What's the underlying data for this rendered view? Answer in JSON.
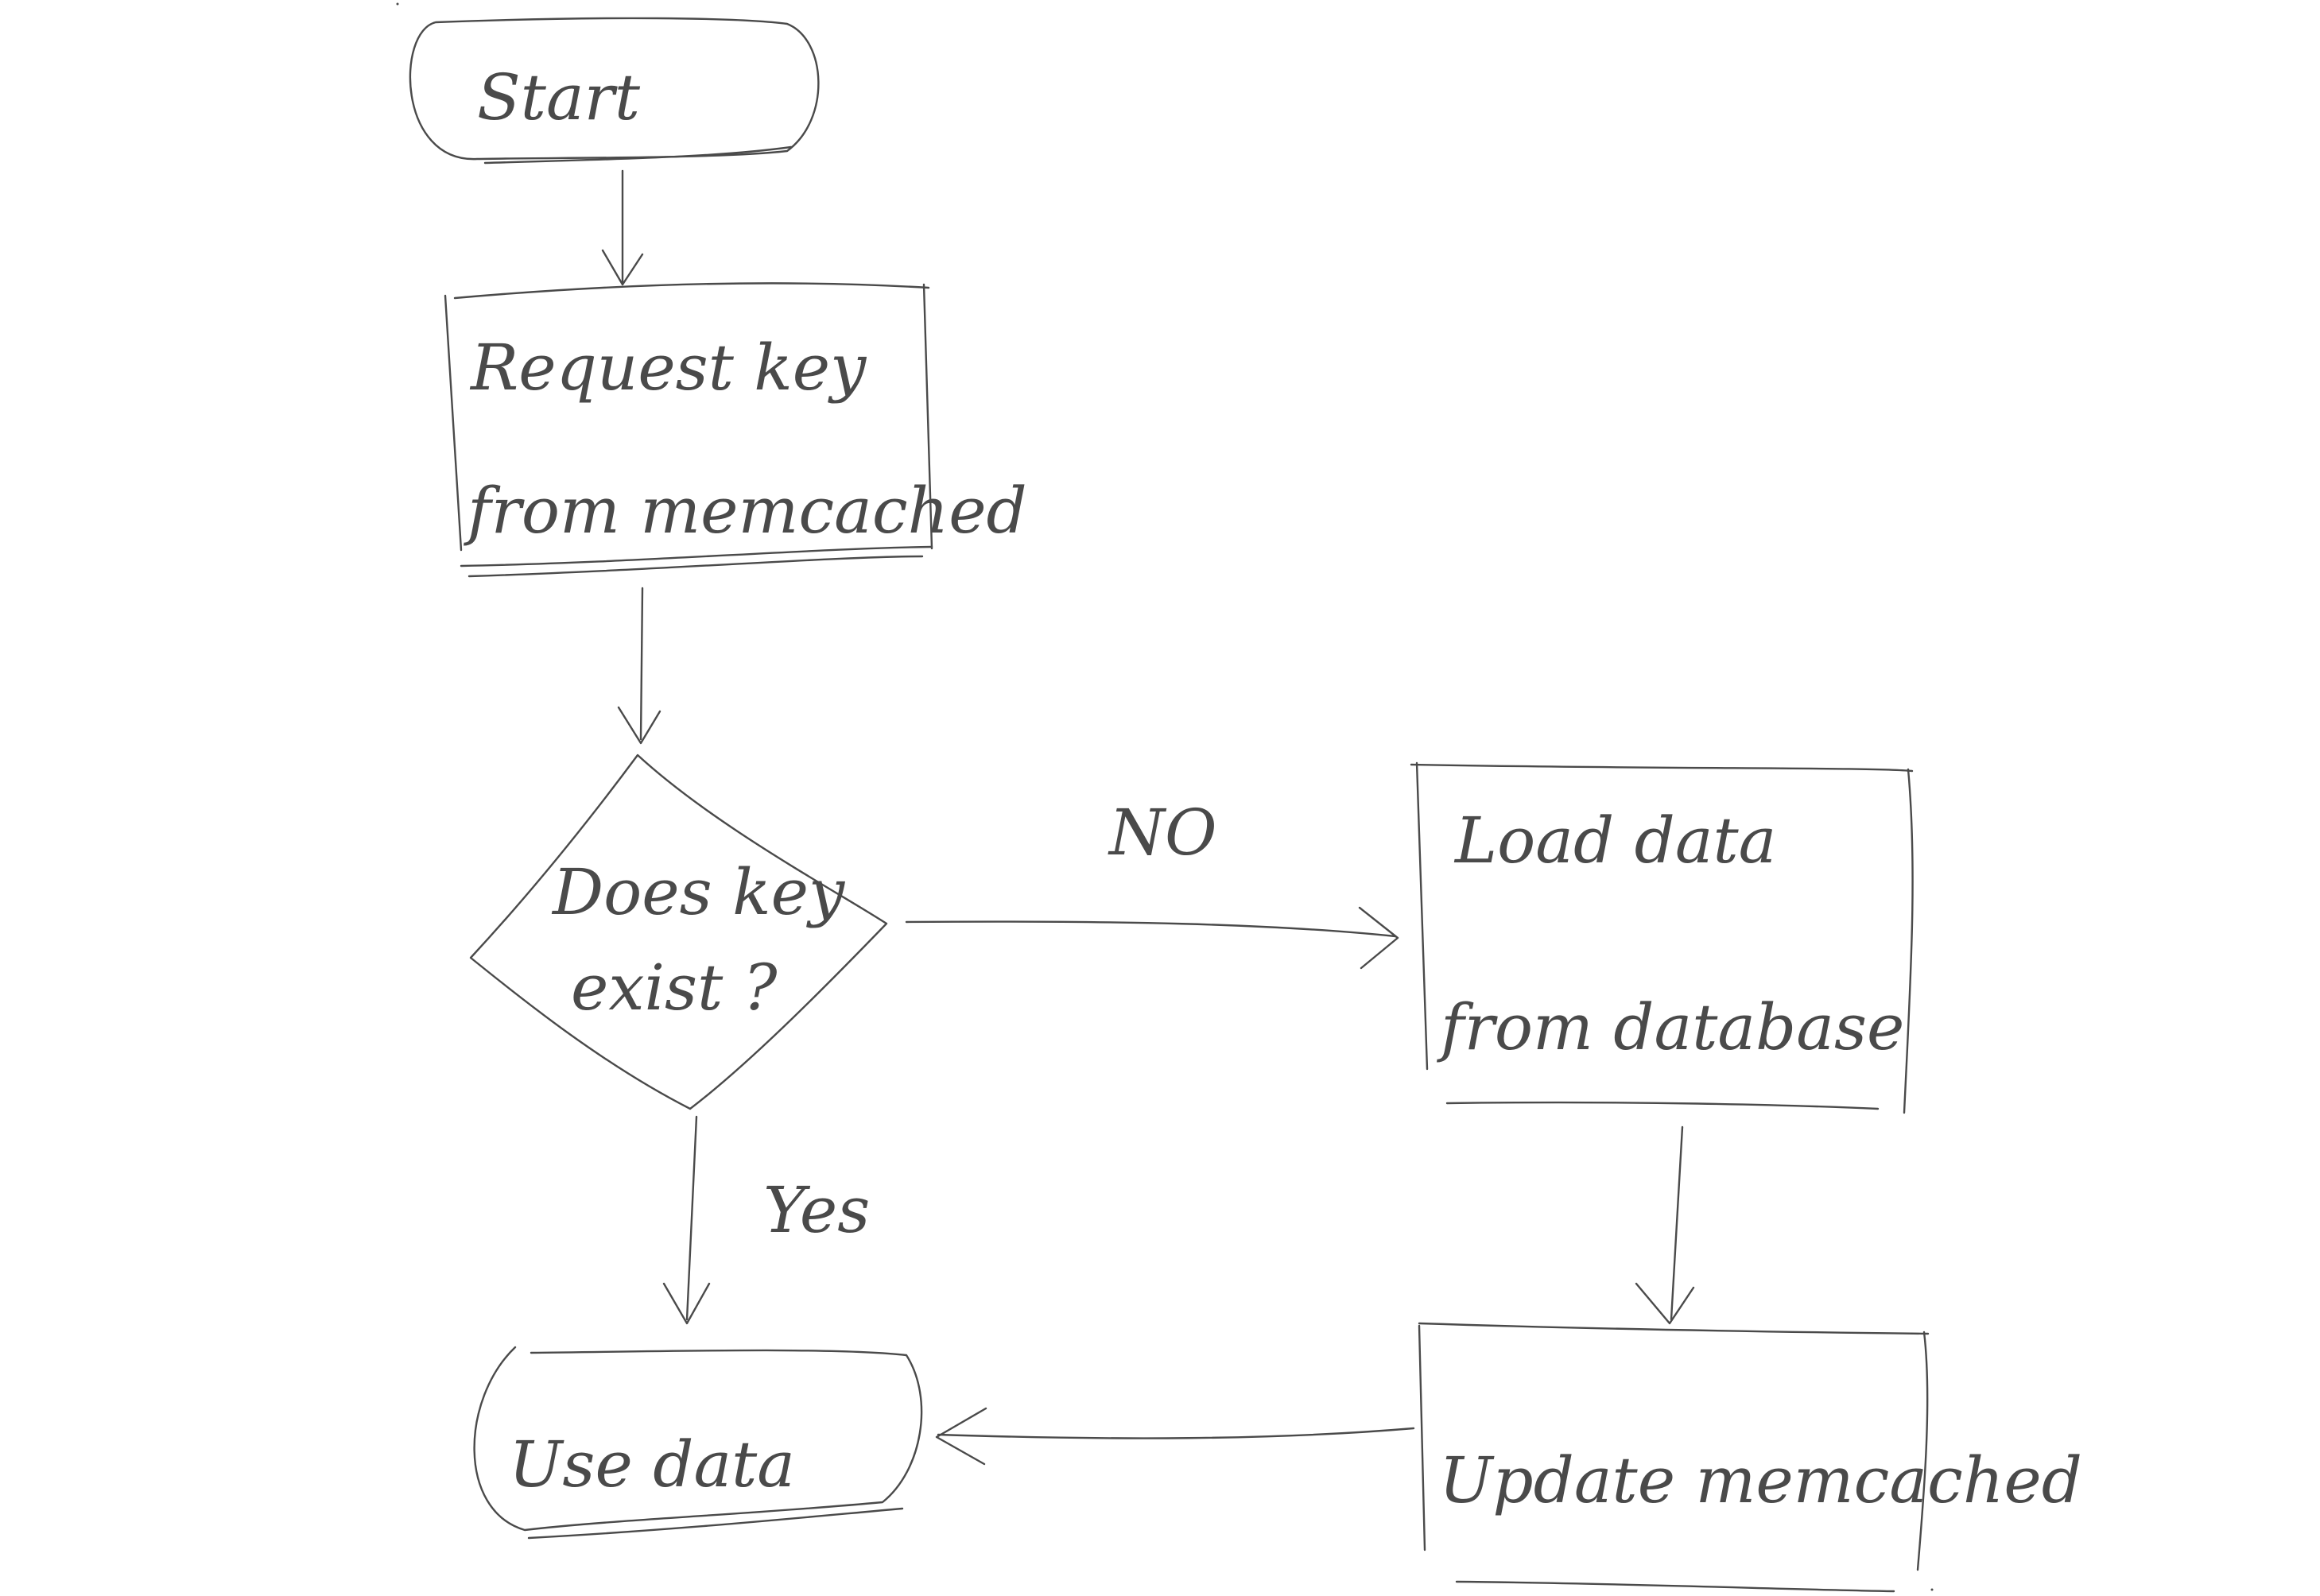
{
  "nodes": {
    "start": {
      "text": "Start"
    },
    "request": {
      "line1": "Request key",
      "line2": "from memcached"
    },
    "decision": {
      "line1": "Does key",
      "line2": "exist ?"
    },
    "load": {
      "line1": "Load  data",
      "line2": "from database"
    },
    "update": {
      "text": "Update memcached"
    },
    "use": {
      "text": "Use data"
    }
  },
  "edges": {
    "no_label": "NO",
    "yes_label": "Yes"
  },
  "colors": {
    "ink": "#4a4a4a",
    "background": "#ffffff"
  }
}
